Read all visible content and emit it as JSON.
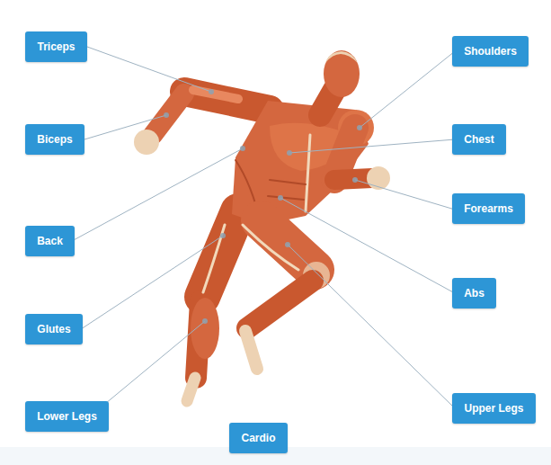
{
  "diagram": {
    "nodes": [
      {
        "text": [
          "Triceps"
        ]
      },
      {
        "text": [
          "Shoulders"
        ]
      },
      {
        "text": [
          "Biceps"
        ]
      },
      {
        "text": [
          "Chest"
        ]
      },
      {
        "text": [
          "Forearms"
        ]
      },
      {
        "text": [
          "Back"
        ]
      },
      {
        "text": [
          "Abs"
        ]
      },
      {
        "text": [
          "Glutes"
        ]
      },
      {
        "text": [
          "Upper Legs"
        ]
      },
      {
        "text": [
          "Lower Legs"
        ]
      },
      {
        "text": [
          "Cardio"
        ]
      }
    ]
  }
}
